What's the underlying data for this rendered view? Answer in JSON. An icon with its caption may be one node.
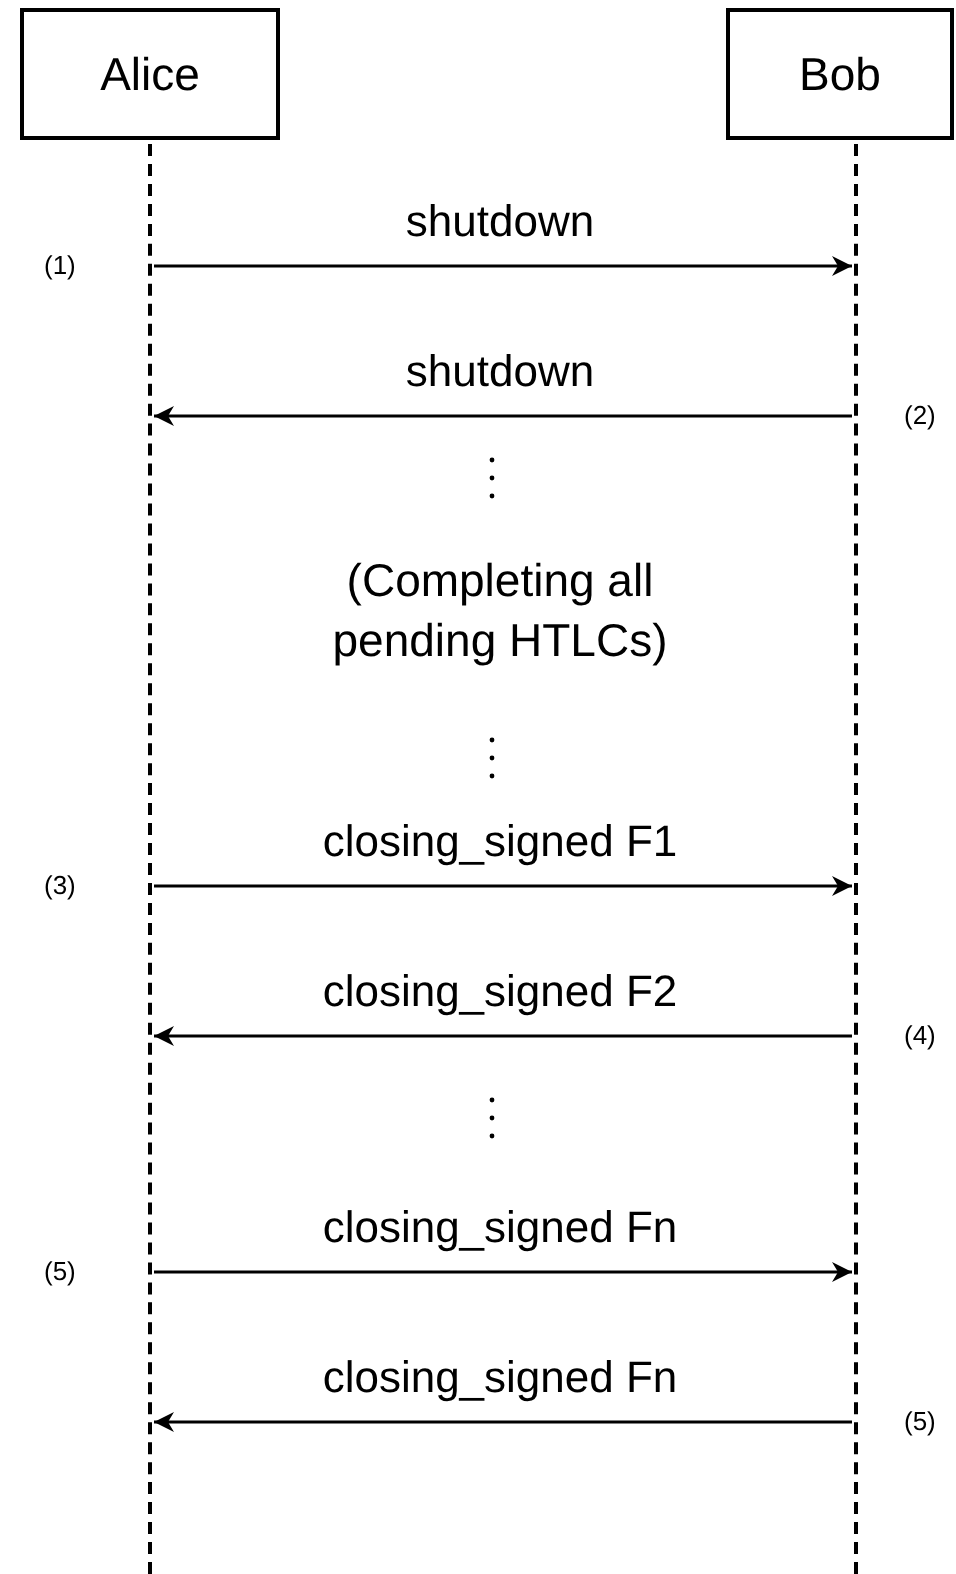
{
  "diagram": {
    "nodes": [
      {
        "text": [
          "Alice"
        ]
      },
      {
        "text": [
          "Bob"
        ]
      },
      {
        "text": [],
        "shape": "bar"
      },
      {
        "text": [],
        "shape": "bar"
      }
    ],
    "edges": [
      {
        "from": 2,
        "to": 3,
        "arrow": "to",
        "label": "shutdown"
      },
      {
        "from": 3,
        "to": 2,
        "arrow": "to",
        "label": "shutdown"
      },
      {
        "from": 2,
        "to": 3,
        "arrow": "to",
        "label": "closing_signed F1"
      },
      {
        "from": 3,
        "to": 2,
        "arrow": "to",
        "label": "closing_signed F2"
      },
      {
        "from": 2,
        "to": 3,
        "arrow": "to",
        "label": "closing_signed Fn"
      },
      {
        "from": 3,
        "to": 2,
        "arrow": "to",
        "label": "closing_signed Fn"
      }
    ],
    "labels": [
      "(1)",
      "(2)",
      "(Completing all pending HTLCs)",
      "(3)",
      "(4)",
      "(5)",
      "(5)"
    ]
  }
}
